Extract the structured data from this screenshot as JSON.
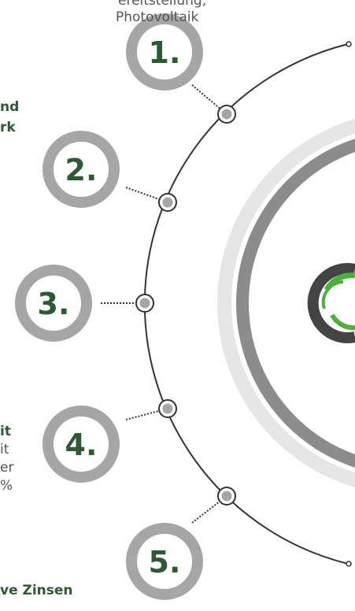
{
  "steps": [
    {
      "number": "1."
    },
    {
      "number": "2."
    },
    {
      "number": "3."
    },
    {
      "number": "4."
    },
    {
      "number": "5."
    }
  ],
  "texts": {
    "step1_line1": "ereitstellung,",
    "step1_line2": "Photovoltaik",
    "step2_line1": "nd",
    "step2_line2": "rk",
    "step4_head": "it",
    "step4_line1": "it",
    "step4_line2": "er",
    "step4_line3": "%",
    "step5_head": "ve Zinsen"
  },
  "colors": {
    "ring_gray": "#a6a6a6",
    "number_green": "#2e5a33",
    "line_dark": "#333333",
    "inner_ring_light": "#e6e6e6",
    "inner_ring_mid": "#8c8c8c",
    "logo_green": "#4caf3c",
    "logo_dark": "#444444"
  },
  "icons": {
    "center_logo": "swirl-logo-icon"
  }
}
